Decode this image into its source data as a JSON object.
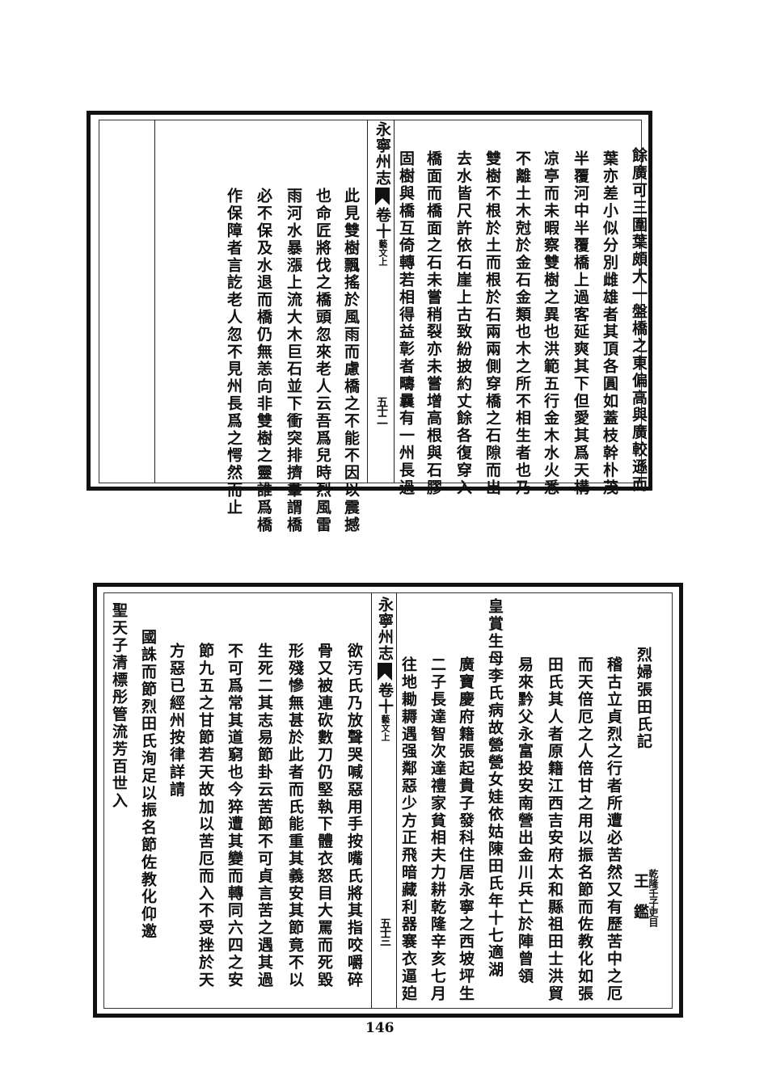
{
  "top_page": {
    "header": {
      "book": "永寧州志",
      "volume": "卷十",
      "section": "藝文上",
      "leaf": "五十二"
    },
    "columns": [
      "餘廣可三圍葉頗大一盤橋之東偏高與廣較遜而",
      "葉亦差小似分別雌雄者其頂各圓如蓋枝幹朴茂",
      "半覆河中半覆橋上過客延爽其下但愛其爲天構",
      "凉亭而未暇察雙樹之異也洪範五行金木水火悉",
      "不離土木尅於金石金類也木之所不相生者也乃",
      "雙樹不根於土而根於石兩兩側穿橋之石隙而出",
      "去水皆尺許依石崖上古致紛披約丈餘各復穿入",
      "橋面而橋面之石未嘗稍裂亦未嘗增高根與石膠",
      "固樹與橋互倚轉若相得益彰者疇曩有一州長過",
      "此見雙樹飄搖於風雨而慮橋之不能不因以震撼",
      "也命匠將伐之橋頭忽來老人云吾爲兒時烈風雷",
      "雨河水暴漲上流大木巨石並下衝突排擠羣謂橋",
      "必不保及水退而橋仍無恙向非雙樹之靈誰爲橋",
      "作保障者言訖老人忽不見州長爲之愕然而止"
    ]
  },
  "bottom_page": {
    "header": {
      "book": "永寧州志",
      "volume": "卷十",
      "section": "藝文上",
      "leaf": "五十三"
    },
    "title": "烈婦張田氏記",
    "author_office": "乾隆壬子吏目",
    "author_name": "王　鑑",
    "columns": [
      "稽古立貞烈之行者所遭必苦然又有歷苦中之厄",
      "而天倍厄之人倍甘之用以振名節而佐教化如張",
      "田氏其人者原籍江西吉安府太和縣祖田士洪貿",
      "易來黔父永富投安南營出金川兵亡於陣曾領",
      "皇賞生母李氏病故甇甇女娃依姑陳田氏年十七適湖",
      "廣寶慶府籍張起貴子發科住居永寧之西坡坪生",
      "二子長達智次達禮家貧相夫力耕乾隆辛亥七月",
      "往地耡耨遇强鄰惡少方正飛暗藏利器褰衣逼廹",
      "欲汚氏乃放聲哭喊惡用手按嘴氏將其指咬嚼碎",
      "骨又被連砍數刀仍堅執下體衣怒目大罵而死毀",
      "形殘慘無甚於此者而氏能重其義安其節竟不以",
      "生死二其志易節卦云苦節不可貞言苦之遇其過",
      "不可爲常其道窮也今猝遭其變而轉同六四之安",
      "節九五之甘節若天故加以苦厄而入不受挫於天",
      "方惡已經州按律詳請",
      "國誅而節烈田氏洵足以振名節佐教化仰邀",
      "聖天子清標彤管流芳百世入"
    ]
  },
  "page_number": "146"
}
